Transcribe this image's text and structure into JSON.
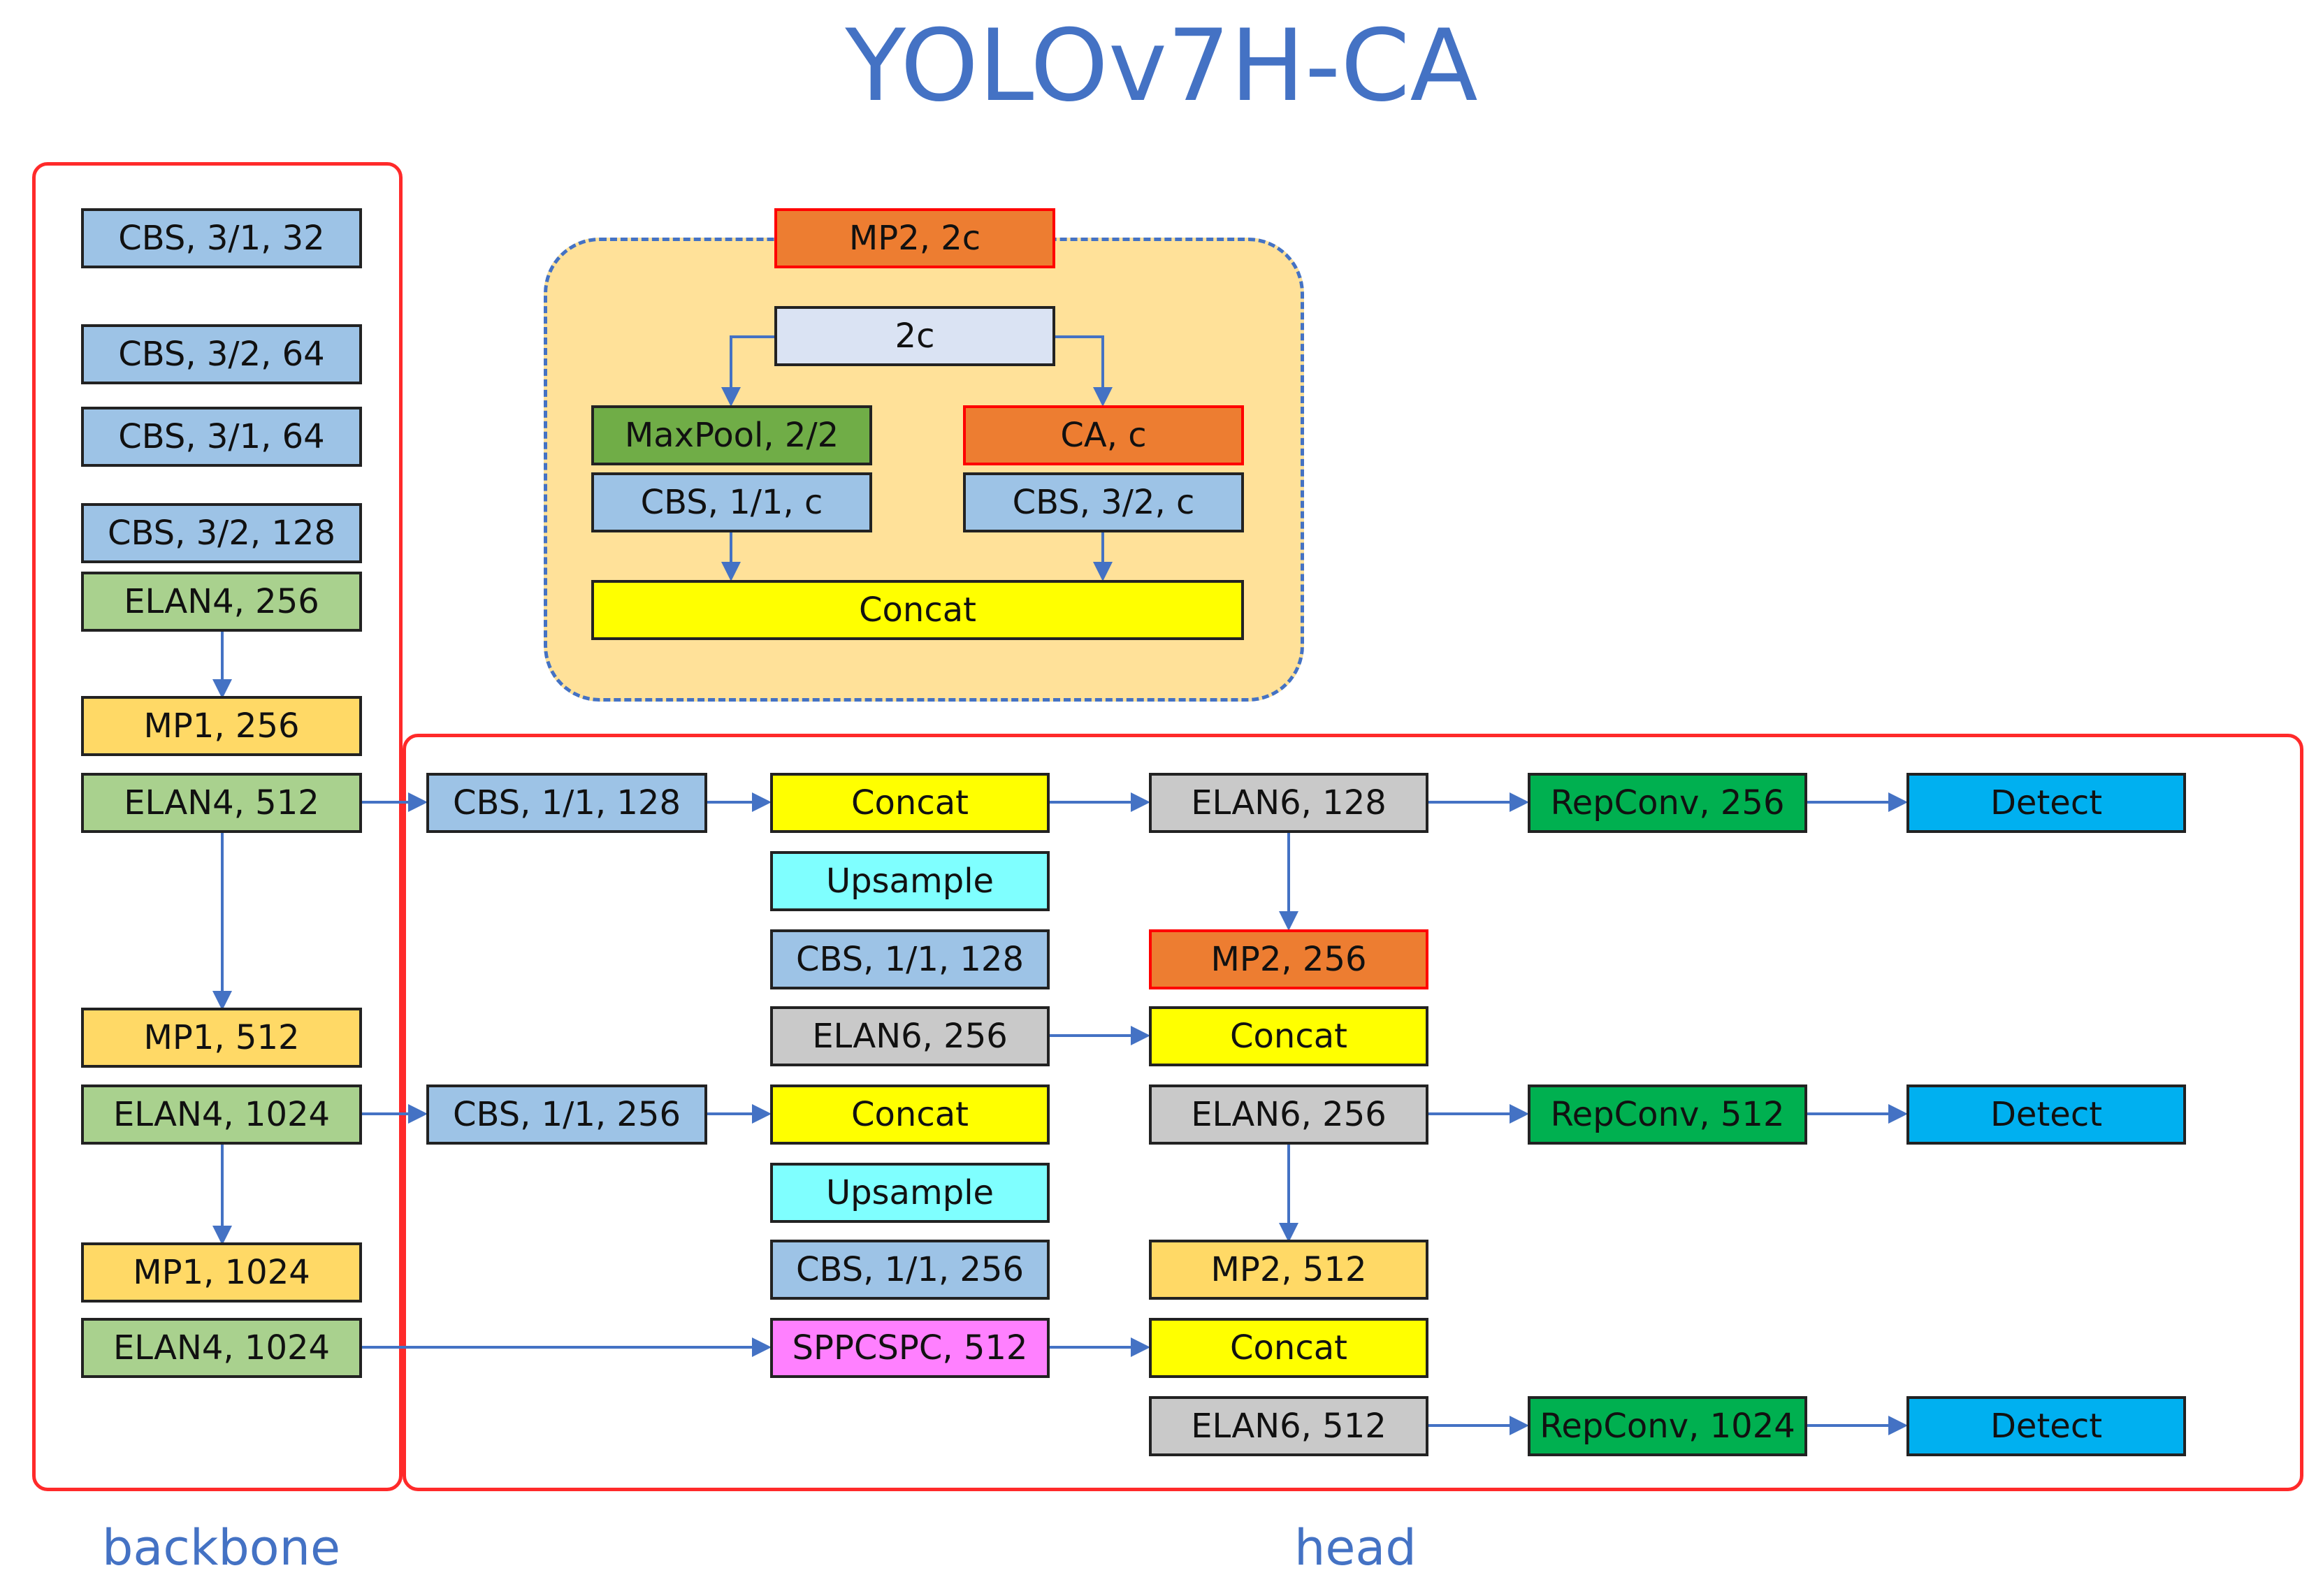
{
  "title": "YOLOv7H-CA",
  "labels": {
    "backbone": "backbone",
    "head": "head"
  },
  "colors": {
    "title": "#4472c4",
    "region_border": "#ff2a2a",
    "arrow": "#4472c4"
  },
  "backbone": {
    "cbs1": "CBS, 3/1, 32",
    "cbs2": "CBS, 3/2, 64",
    "cbs3": "CBS, 3/1, 64",
    "cbs4": "CBS, 3/2, 128",
    "elan1": "ELAN4, 256",
    "mp1a": "MP1, 256",
    "elan2": "ELAN4, 512",
    "mp1b": "MP1, 512",
    "elan3": "ELAN4, 1024",
    "mp1c": "MP1, 1024",
    "elan4": "ELAN4, 1024"
  },
  "mp2_module": {
    "header": "MP2, 2c",
    "input": "2c",
    "maxpool": "MaxPool, 2/2",
    "ca": "CA, c",
    "cbs_left": "CBS, 1/1, c",
    "cbs_right": "CBS, 3/2, c",
    "concat": "Concat"
  },
  "head": {
    "cbs128": "CBS, 1/1, 128",
    "concat1": "Concat",
    "upsample1": "Upsample",
    "cbs128b": "CBS, 1/1, 128",
    "elan6_256a": "ELAN6, 256",
    "cbs256": "CBS, 1/1, 256",
    "concat2": "Concat",
    "upsample2": "Upsample",
    "cbs256b": "CBS, 1/1, 256",
    "sppcspc": "SPPCSPC, 512",
    "elan6_128": "ELAN6, 128",
    "mp2_256": "MP2, 256",
    "concat3": "Concat",
    "elan6_256b": "ELAN6, 256",
    "mp2_512": "MP2, 512",
    "concat4": "Concat",
    "elan6_512": "ELAN6, 512",
    "repconv256": "RepConv, 256",
    "repconv512": "RepConv, 512",
    "repconv1024": "RepConv, 1024",
    "detect1": "Detect",
    "detect2": "Detect",
    "detect3": "Detect"
  }
}
